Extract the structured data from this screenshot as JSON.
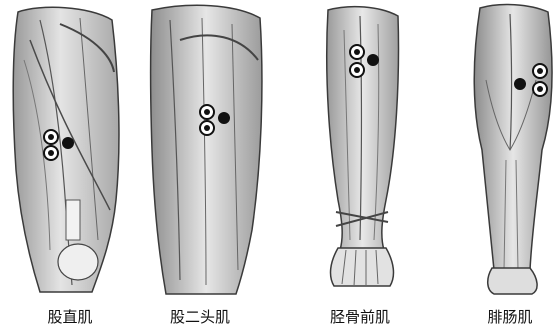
{
  "figure": {
    "panels": [
      {
        "id": "rectus-femoris",
        "label": "股直肌"
      },
      {
        "id": "biceps-femoris",
        "label": "股二头肌"
      },
      {
        "id": "tibialis-anterior",
        "label": "胫骨前肌"
      },
      {
        "id": "gastrocnemius",
        "label": "腓肠肌"
      }
    ]
  },
  "colors": {
    "background": "#ffffff",
    "muscle_light": "#e6e6e6",
    "muscle_mid": "#c4c4c4",
    "muscle_dark": "#8a8a8a",
    "outline": "#3a3a3a",
    "electrode": "#111111"
  },
  "icons": [
    "electrode-pair-icon",
    "reference-electrode-icon"
  ]
}
